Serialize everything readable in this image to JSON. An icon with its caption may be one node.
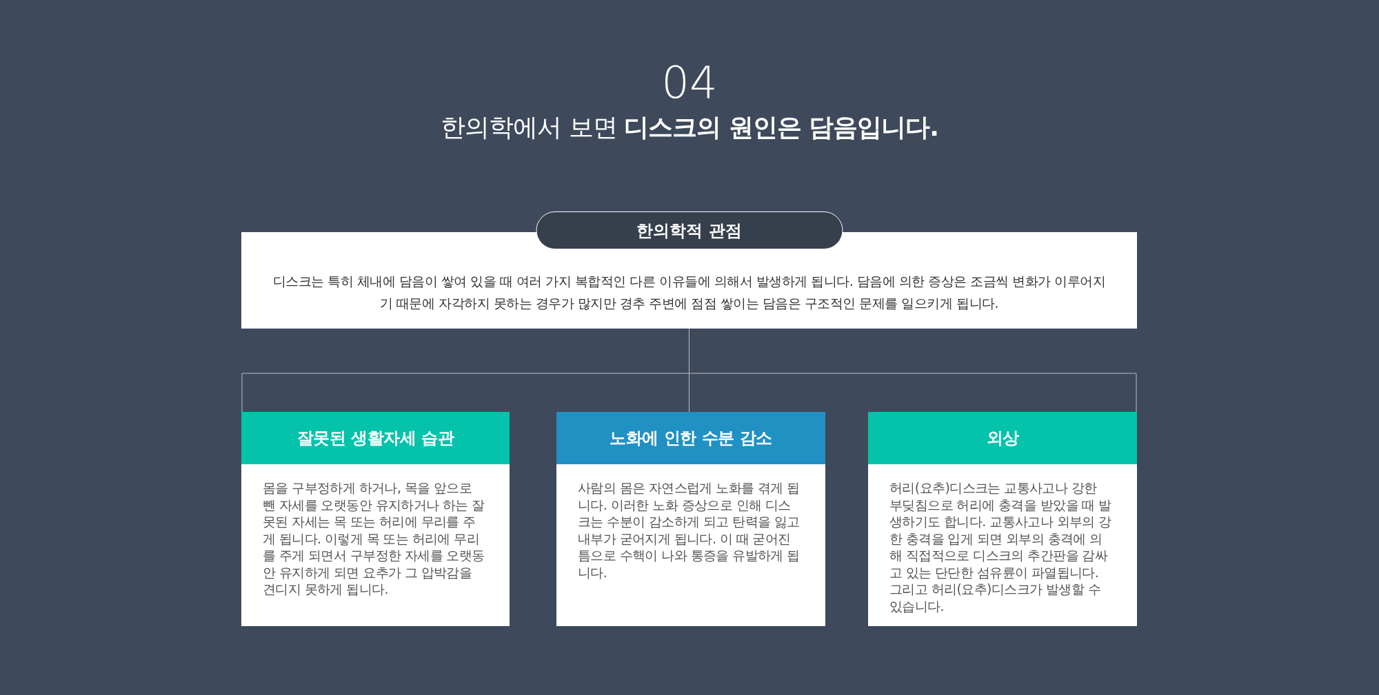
{
  "diagram": {
    "title": "04",
    "labels": [
      "한의학에서 보면 **디스크의 원인은 담음입니다.**"
    ],
    "nodes": [
      {
        "text": [
          "한의학적 관점",
          "디스크는 특히 체내에 담음이 쌓여 있을 때 여러 가지 복합적인 다른 이유들에 의해서 발생하게 됩니다. 담음에 의한 증상은 조금씩 변화가 이루어지기 때문에 자각하지 못하는 경우가 많지만 경추 주변에 점점 쌓이는 담음은 구조적인 문제를 일으키게 됩니다."
        ]
      },
      {
        "text": [
          "잘못된 생활자세 습관",
          "몸을 구부정하게 하거나, 목을 앞으로 뺀 자세를 오랫동안 유지하거나 하는 잘못된 자세는 목 또는 허리에 무리를 주게 됩니다. 이렇게 목 또는 허리에 무리를 주게 되면서 구부정한 자세를 오랫동안 유지하게 되면 요추가 그 압박감을 견디지 못하게 됩니다."
        ]
      },
      {
        "text": [
          "노화에 인한 수분 감소",
          "사람의 몸은 자연스럽게 노화를 겪게 됩니다. 이러한 노화 증상으로 인해 디스크는 수분이 감소하게 되고 탄력을 잃고 내부가 굳어지게 됩니다. 이 때 굳어진 틈으로 수핵이 나와 통증을 유발하게 됩니다."
        ]
      },
      {
        "text": [
          "외상",
          "허리(요추)디스크는 교통사고나 강한 부딪침으로 허리에 충격을 받았을 때 발생하기도 합니다. 교통사고나 외부의 강한 충격을 입게 되면 외부의 충격에 의해 직접적으로 디스크의 추간판을 감싸고 있는 단단한 섬유륜이 파열됩니다. 그리고 허리(요추)디스크가 발생할 수 있습니다."
        ]
      }
    ],
    "edges": [
      {
        "from": 0,
        "to": 1,
        "arrow": "none"
      },
      {
        "from": 0,
        "to": 2,
        "arrow": "none"
      },
      {
        "from": 0,
        "to": 3,
        "arrow": "none"
      }
    ]
  }
}
